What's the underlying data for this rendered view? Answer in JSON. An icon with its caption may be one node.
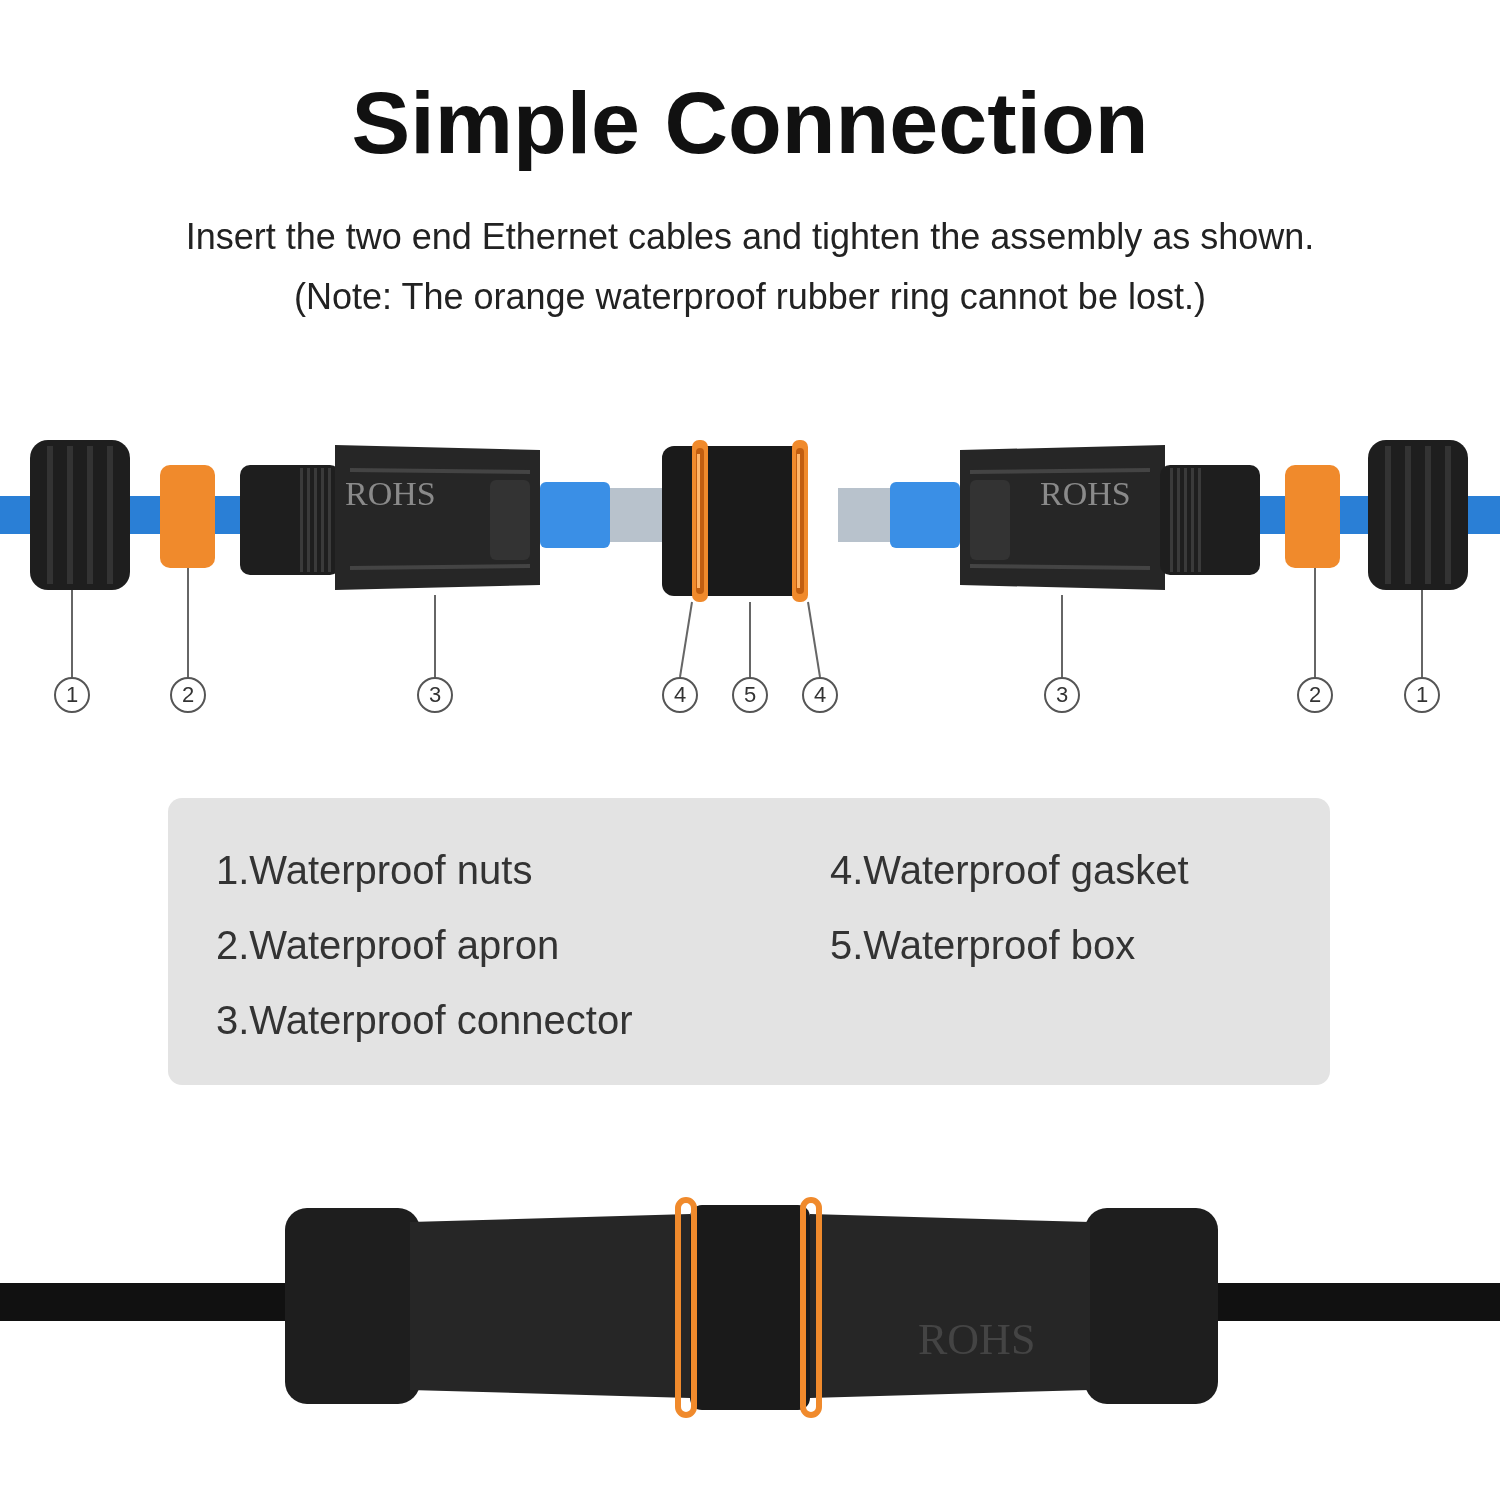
{
  "diagram": {
    "title": "Simple Connection",
    "nodes": [
      {
        "text": [],
        "shape": "picture"
      },
      {
        "text": [],
        "shape": "picture"
      },
      {
        "text": [],
        "shape": "picture"
      },
      {
        "text": [],
        "shape": "picture"
      },
      {
        "text": [],
        "shape": "picture",
        "in": 3
      },
      {
        "text": [],
        "shape": "picture",
        "in": 3
      },
      {
        "text": [],
        "shape": "picture"
      },
      {
        "text": [],
        "shape": "picture"
      },
      {
        "text": [],
        "shape": "picture"
      },
      {
        "text": [
          "1"
        ]
      },
      {
        "text": [
          "2"
        ]
      },
      {
        "text": [
          "3"
        ]
      },
      {
        "text": [
          "4"
        ]
      },
      {
        "text": [
          "5"
        ]
      },
      {
        "text": [
          "4"
        ]
      },
      {
        "text": [
          "3"
        ]
      },
      {
        "text": [
          "2"
        ]
      },
      {
        "text": [
          "1"
        ]
      }
    ],
    "edges": [
      {
        "from": 9,
        "to": 0,
        "arrow": "none"
      },
      {
        "from": 10,
        "to": 1,
        "arrow": "none"
      },
      {
        "from": 11,
        "to": 2,
        "arrow": "none"
      },
      {
        "from": 12,
        "to": 4,
        "arrow": "none"
      },
      {
        "from": 13,
        "to": 3,
        "arrow": "none"
      },
      {
        "from": 14,
        "to": 5,
        "arrow": "none"
      },
      {
        "from": 15,
        "to": 6,
        "arrow": "none"
      },
      {
        "from": 16,
        "to": 7,
        "arrow": "none"
      },
      {
        "from": 17,
        "to": 8,
        "arrow": "none"
      }
    ],
    "labels": [
      "Insert the two end Ethernet cables and tighten the assembly as shown.",
      "(Note: The orange waterproof rubber ring cannot be lost.)",
      "ROHS",
      "ROHS",
      "1.Waterproof nuts",
      "4.Waterproof gasket",
      "2.Waterproof apron",
      "5.Waterproof box",
      "3.Waterproof connector",
      "ROHS"
    ]
  }
}
